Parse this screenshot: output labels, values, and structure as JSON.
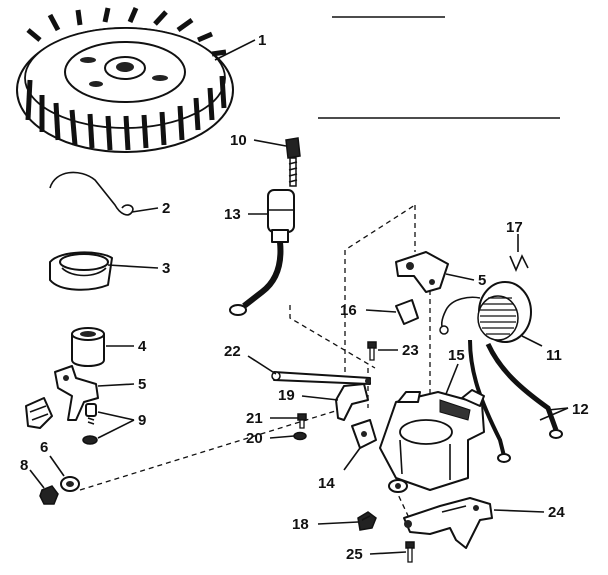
{
  "labels": {
    "l1": "1",
    "l2": "2",
    "l3": "3",
    "l4": "4",
    "l5a": "5",
    "l5b": "5",
    "l6": "6",
    "l8": "8",
    "l9": "9",
    "l10": "10",
    "l11": "11",
    "l12": "12",
    "l13": "13",
    "l14": "14",
    "l15": "15",
    "l16": "16",
    "l17": "17",
    "l18": "18",
    "l19": "19",
    "l20": "20",
    "l21": "21",
    "l22": "22",
    "l23": "23",
    "l24": "24",
    "l25": "25"
  }
}
